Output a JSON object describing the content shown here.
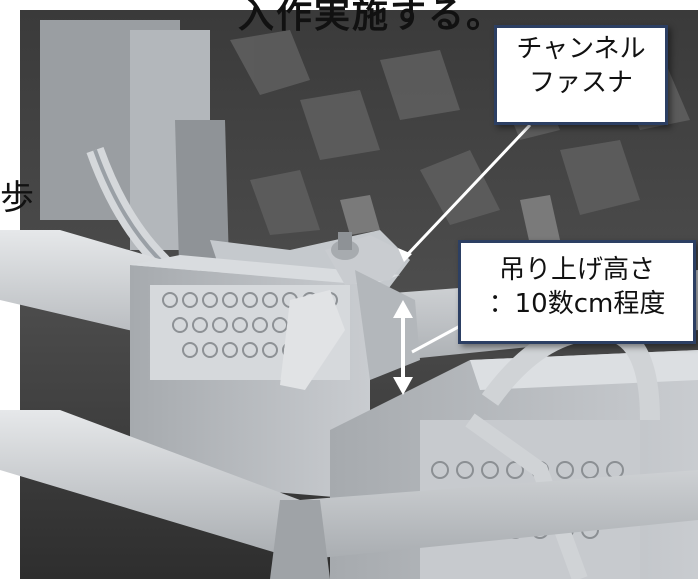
{
  "header_fragment": "入作実施する。",
  "side_fragment": "歩",
  "callouts": {
    "fastener": {
      "line1": "チャンネル",
      "line2": "ファスナ"
    },
    "lift_height": {
      "line1": "吊り上げ高さ",
      "line2": "：10数cm程度"
    }
  },
  "colors": {
    "box_border": "#2c3f63",
    "arrow": "#ffffff",
    "model_gray": "#b8bcc0"
  }
}
